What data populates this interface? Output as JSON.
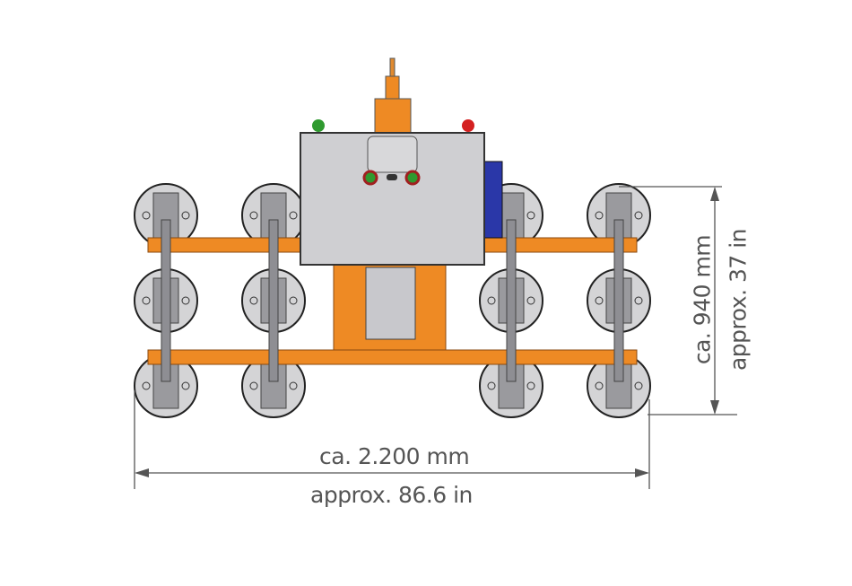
{
  "drawing": {
    "colors": {
      "frame": "#ee8a24",
      "cup": "#d4d4d6",
      "box": "#cfcfd2",
      "panel": "#2a37a8",
      "lamp_green": "#2f9a2f",
      "lamp_red": "#d42020",
      "dimension": "#555555"
    }
  },
  "dimensions": {
    "width_metric": "ca. 2.200 mm",
    "width_imperial": "approx. 86.6 in",
    "height_metric": "ca. 940 mm",
    "height_imperial": "approx. 37 in"
  }
}
